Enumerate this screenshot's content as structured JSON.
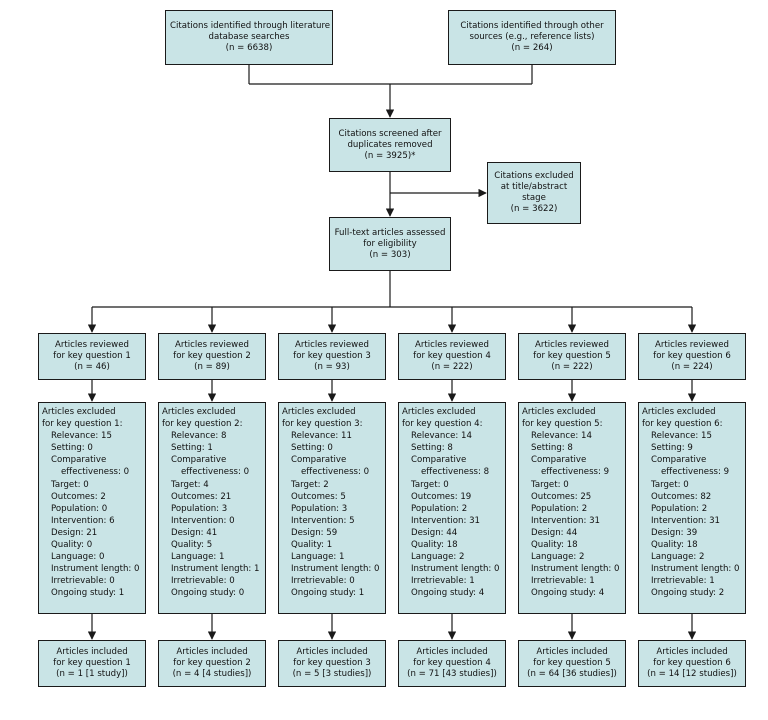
{
  "colors": {
    "box_fill": "#c9e4e6",
    "box_border": "#1a1a1a",
    "line": "#1a1a1a"
  },
  "top": {
    "db": {
      "lines": [
        "Citations identified through literature",
        "database searches",
        "(n = 6638)"
      ]
    },
    "other": {
      "lines": [
        "Citations identified through other",
        "sources (e.g., reference lists)",
        "(n = 264)"
      ]
    }
  },
  "screened": {
    "lines": [
      "Citations screened after",
      "duplicates removed",
      "(n = 3925)*"
    ]
  },
  "excluded_title": {
    "lines": [
      "Citations excluded",
      "at title/abstract",
      "stage",
      "(n = 3622)"
    ]
  },
  "fulltext": {
    "lines": [
      "Full-text articles assessed",
      "for eligibility",
      "(n = 303)"
    ]
  },
  "key_questions": [
    {
      "reviewed": [
        "Articles reviewed",
        "for key question 1",
        "(n = 46)"
      ],
      "excluded": {
        "heading": [
          "Articles excluded",
          "for key question 1:"
        ],
        "items": [
          "Relevance: 15",
          "Setting: 0",
          "Comparative",
          "effectiveness: 0",
          "Target: 0",
          "Outcomes: 2",
          "Population: 0",
          "Intervention: 6",
          "Design: 21",
          "Quality: 0",
          "Language: 0",
          "Instrument length: 0",
          "Irretrievable: 0",
          "Ongoing study: 1"
        ]
      },
      "included": [
        "Articles included",
        "for key question 1",
        "(n = 1 [1 study])"
      ]
    },
    {
      "reviewed": [
        "Articles reviewed",
        "for key question 2",
        "(n = 89)"
      ],
      "excluded": {
        "heading": [
          "Articles excluded",
          "for key question 2:"
        ],
        "items": [
          "Relevance: 8",
          "Setting: 1",
          "Comparative",
          "effectiveness: 0",
          "Target: 4",
          "Outcomes: 21",
          "Population: 3",
          "Intervention: 0",
          "Design: 41",
          "Quality: 5",
          "Language: 1",
          "Instrument length: 1",
          "Irretrievable: 0",
          "Ongoing study: 0"
        ]
      },
      "included": [
        "Articles included",
        "for key question 2",
        "(n = 4 [4 studies])"
      ]
    },
    {
      "reviewed": [
        "Articles reviewed",
        "for key question 3",
        "(n = 93)"
      ],
      "excluded": {
        "heading": [
          "Articles excluded",
          "for key question 3:"
        ],
        "items": [
          "Relevance: 11",
          "Setting: 0",
          "Comparative",
          "effectiveness: 0",
          "Target: 2",
          "Outcomes: 5",
          "Population: 3",
          "Intervention: 5",
          "Design: 59",
          "Quality: 1",
          "Language: 1",
          "Instrument length: 0",
          "Irretrievable: 0",
          "Ongoing study: 1"
        ]
      },
      "included": [
        "Articles included",
        "for key question 3",
        "(n = 5 [3 studies])"
      ]
    },
    {
      "reviewed": [
        "Articles reviewed",
        "for key question 4",
        "(n = 222)"
      ],
      "excluded": {
        "heading": [
          "Articles excluded",
          "for key question 4:"
        ],
        "items": [
          "Relevance: 14",
          "Setting: 8",
          "Comparative",
          "effectiveness: 8",
          "Target: 0",
          "Outcomes: 19",
          "Population: 2",
          "Intervention: 31",
          "Design: 44",
          "Quality: 18",
          "Language: 2",
          "Instrument length: 0",
          "Irretrievable: 1",
          "Ongoing study: 4"
        ]
      },
      "included": [
        "Articles included",
        "for key question 4",
        "(n = 71 [43 studies])"
      ]
    },
    {
      "reviewed": [
        "Articles reviewed",
        "for key question 5",
        "(n = 222)"
      ],
      "excluded": {
        "heading": [
          "Articles excluded",
          "for key question 5:"
        ],
        "items": [
          "Relevance: 14",
          "Setting: 8",
          "Comparative",
          "effectiveness: 9",
          "Target: 0",
          "Outcomes: 25",
          "Population: 2",
          "Intervention: 31",
          "Design: 44",
          "Quality: 18",
          "Language: 2",
          "Instrument length: 0",
          "Irretrievable: 1",
          "Ongoing study: 4"
        ]
      },
      "included": [
        "Articles included",
        "for key question 5",
        "(n = 64 [36 studies])"
      ]
    },
    {
      "reviewed": [
        "Articles reviewed",
        "for key question 6",
        "(n = 224)"
      ],
      "excluded": {
        "heading": [
          "Articles excluded",
          "for key question 6:"
        ],
        "items": [
          "Relevance: 15",
          "Setting: 9",
          "Comparative",
          "effectiveness: 9",
          "Target: 0",
          "Outcomes: 82",
          "Population: 2",
          "Intervention: 31",
          "Design: 39",
          "Quality: 18",
          "Language: 2",
          "Instrument length: 0",
          "Irretrievable: 1",
          "Ongoing study: 2"
        ]
      },
      "included": [
        "Articles included",
        "for key question 6",
        "(n = 14 [12 studies])"
      ]
    }
  ]
}
